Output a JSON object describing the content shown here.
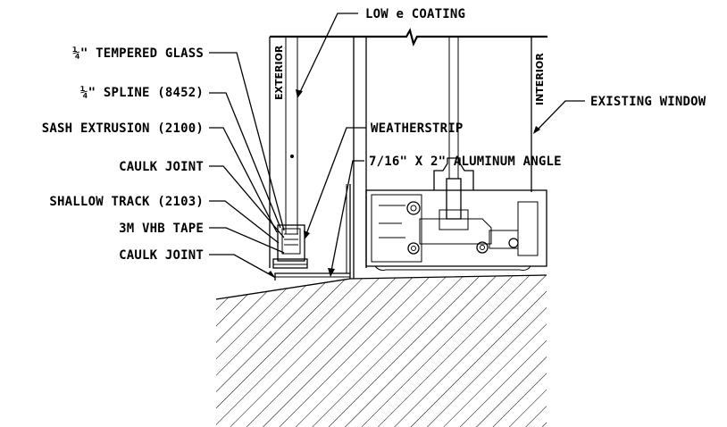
{
  "labels": {
    "low_e": "LOW e COATING",
    "tempered_glass": "¼\" TEMPERED GLASS",
    "spline": "¼\" SPLINE (8452)",
    "sash": "SASH EXTRUSION (2100)",
    "caulk1": "CAULK JOINT",
    "track": "SHALLOW TRACK (2103)",
    "tape": "3M VHB TAPE",
    "caulk2": "CAULK JOINT",
    "weatherstrip": "WEATHERSTRIP",
    "angle": "7/16\" X 2\" ALUMINUM ANGLE",
    "existing": "EXISTING WINDOW",
    "exterior": "EXTERIOR",
    "interior": "INTERIOR"
  }
}
